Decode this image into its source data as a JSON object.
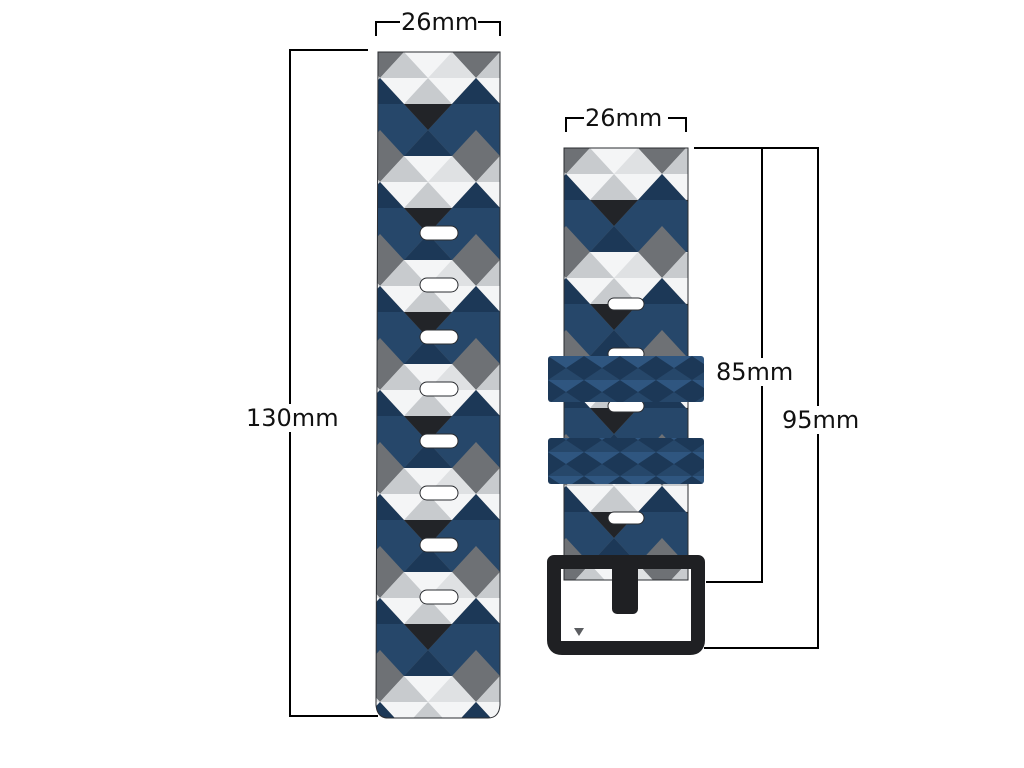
{
  "colors": {
    "navy": "#26476a",
    "navy_dark": "#1c3857",
    "black": "#222428",
    "gray": "#6e7175",
    "light_gray": "#c8cbce",
    "white": "#f4f5f6",
    "buckle": "#1f2023",
    "dimension_line": "#000000"
  },
  "dimensions": {
    "long_strap_width": "26mm",
    "long_strap_length": "130mm",
    "short_strap_width": "26mm",
    "short_strap_to_buckle": "85mm",
    "short_strap_total": "95mm"
  }
}
